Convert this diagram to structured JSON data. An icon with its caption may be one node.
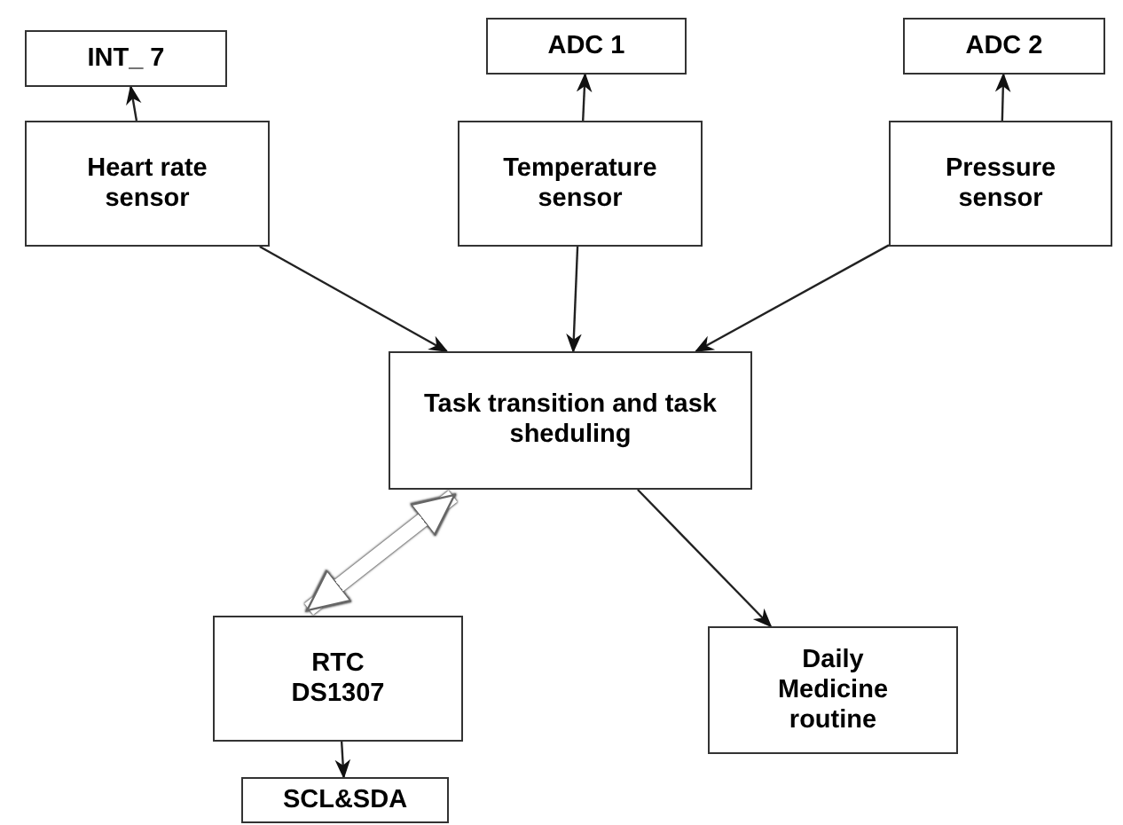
{
  "diagram": {
    "nodes": [
      {
        "text": [
          "INT_ 7"
        ]
      },
      {
        "text": [
          "ADC 1"
        ]
      },
      {
        "text": [
          "ADC 2"
        ]
      },
      {
        "text": [
          "Heart rate sensor"
        ]
      },
      {
        "text": [
          "Temperature sensor"
        ]
      },
      {
        "text": [
          "Pressure sensor"
        ]
      },
      {
        "text": [
          "Task transition and task sheduling"
        ]
      },
      {
        "text": [
          "RTC DS1307"
        ]
      },
      {
        "text": [
          "Daily Medicine routine"
        ]
      },
      {
        "text": [
          "SCL&SDA"
        ]
      }
    ],
    "edges": [
      {
        "from": 3,
        "to": 0,
        "arrow": "to"
      },
      {
        "from": 4,
        "to": 1,
        "arrow": "to"
      },
      {
        "from": 5,
        "to": 2,
        "arrow": "to"
      },
      {
        "from": 3,
        "to": 6,
        "arrow": "to"
      },
      {
        "from": 4,
        "to": 6,
        "arrow": "to"
      },
      {
        "from": 5,
        "to": 6,
        "arrow": "to"
      },
      {
        "from": 7,
        "to": 6,
        "arrow": "both",
        "style": "thick",
        "color": "#ffffff"
      },
      {
        "from": 6,
        "to": 8,
        "arrow": "to"
      },
      {
        "from": 7,
        "to": 9,
        "arrow": "to"
      }
    ]
  }
}
